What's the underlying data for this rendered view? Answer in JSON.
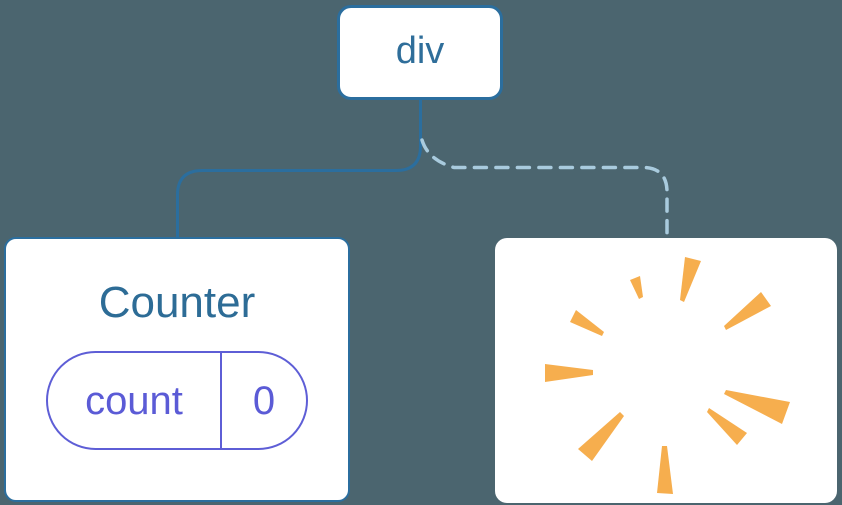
{
  "canvas": {
    "background_color": "#4B656F"
  },
  "colors": {
    "node_background": "#FFFFFF",
    "node_border_blue": "#2B6E9E",
    "text_blue": "#2F6E9A",
    "dashed_connector_blue": "#A9CBDE",
    "state_purple": "#5E5ED6",
    "sparkle_orange": "#F6AE4E"
  },
  "tree": {
    "root": {
      "label": "div"
    },
    "children": [
      {
        "label": "Counter",
        "connector": "solid",
        "state": {
          "key": "count",
          "value": "0"
        }
      },
      {
        "label": "",
        "connector": "dashed",
        "icon": "sparkle-burst-icon"
      }
    ]
  }
}
